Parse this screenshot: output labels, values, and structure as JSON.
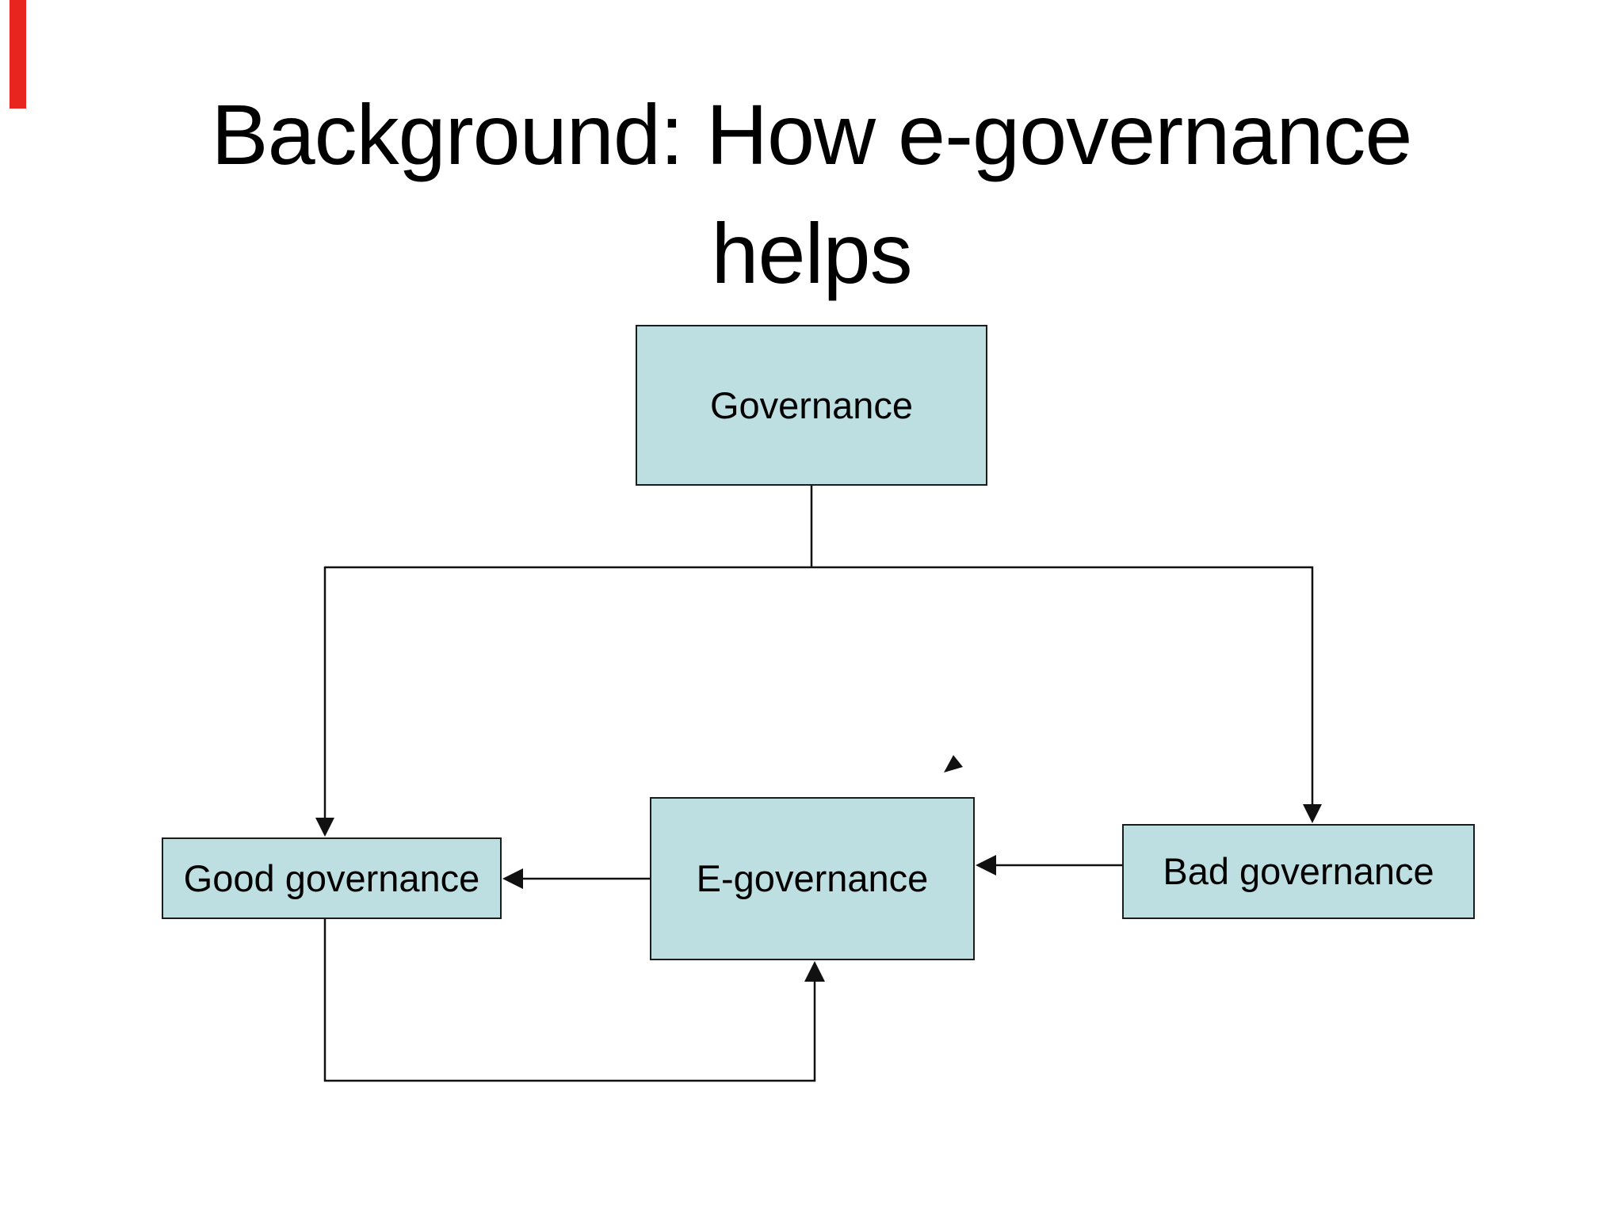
{
  "slide": {
    "title": {
      "line1": "Background: How e-governance",
      "line2": "helps"
    }
  },
  "diagram": {
    "nodes": [
      {
        "id": "governance",
        "label": "Governance"
      },
      {
        "id": "good-governance",
        "label": "Good governance"
      },
      {
        "id": "e-governance",
        "label": "E-governance"
      },
      {
        "id": "bad-governance",
        "label": "Bad governance"
      }
    ],
    "edges": [
      {
        "from": "governance",
        "to": "good-governance",
        "style": "arrow-down"
      },
      {
        "from": "governance",
        "to": "bad-governance",
        "style": "arrow-down"
      },
      {
        "from": "bad-governance",
        "to": "e-governance",
        "style": "arrow-left"
      },
      {
        "from": "e-governance",
        "to": "good-governance",
        "style": "arrow-left"
      },
      {
        "from": "good-governance",
        "to": "e-governance",
        "style": "arrow-up-feedback-loop"
      }
    ]
  },
  "colors": {
    "background": "#ffffff",
    "text": "#000000",
    "node_fill": "#bedfe1",
    "node_border": "#1c1c1c",
    "line": "#111111",
    "accent_bar": "#e8251f"
  }
}
